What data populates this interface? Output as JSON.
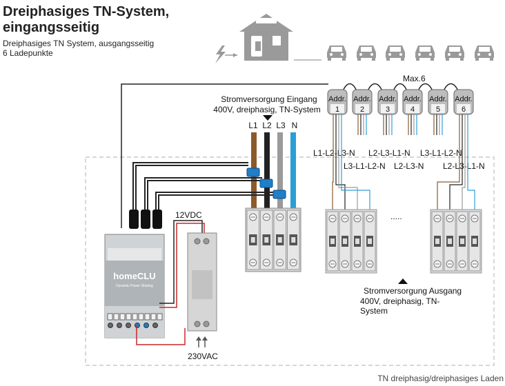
{
  "header": {
    "title_line1": "Dreiphasiges TN-System,",
    "title_line2": "eingangsseitig",
    "subtitle_line1": "Dreiphasiges TN System, ausgangsseitig",
    "subtitle_line2": "6 Ladepunkte"
  },
  "chargers": {
    "max_label": "Max.6",
    "addr_label": "Addr.",
    "numbers": [
      "1",
      "2",
      "3",
      "4",
      "5",
      "6"
    ],
    "phase_sequences": [
      "L1-L2-L3-N",
      "L3-L1-L2-N",
      "L2-L3-L1-N",
      "L2-L3-N",
      "L3-L1-L2-N",
      "L2-L3-L1-N"
    ]
  },
  "supply_input": {
    "line1": "Stromversorgung Eingang",
    "line2": "400V, dreiphasig, TN-System",
    "phases": [
      "L1",
      "L2",
      "L3",
      "N"
    ]
  },
  "supply_output": {
    "line1": "Stromversorgung Ausgang",
    "line2": "400V, dreiphasig, TN-",
    "line3": "System"
  },
  "power_supply": {
    "dc_label": "12VDC",
    "ac_label": "230VAC"
  },
  "device": {
    "name": "homeCLU",
    "tagline": "Dynamic Power Sharing"
  },
  "ellipsis": ".....",
  "footer": "TN dreiphasig/dreiphasiges Laden",
  "colors": {
    "L1": "#8b5a2b",
    "L2": "#222222",
    "L3": "#9a9a9a",
    "N": "#2a9fd6",
    "sensor": "#1f7fc8",
    "alarm": "#c62828",
    "icon_gray": "#9a9a9a"
  }
}
